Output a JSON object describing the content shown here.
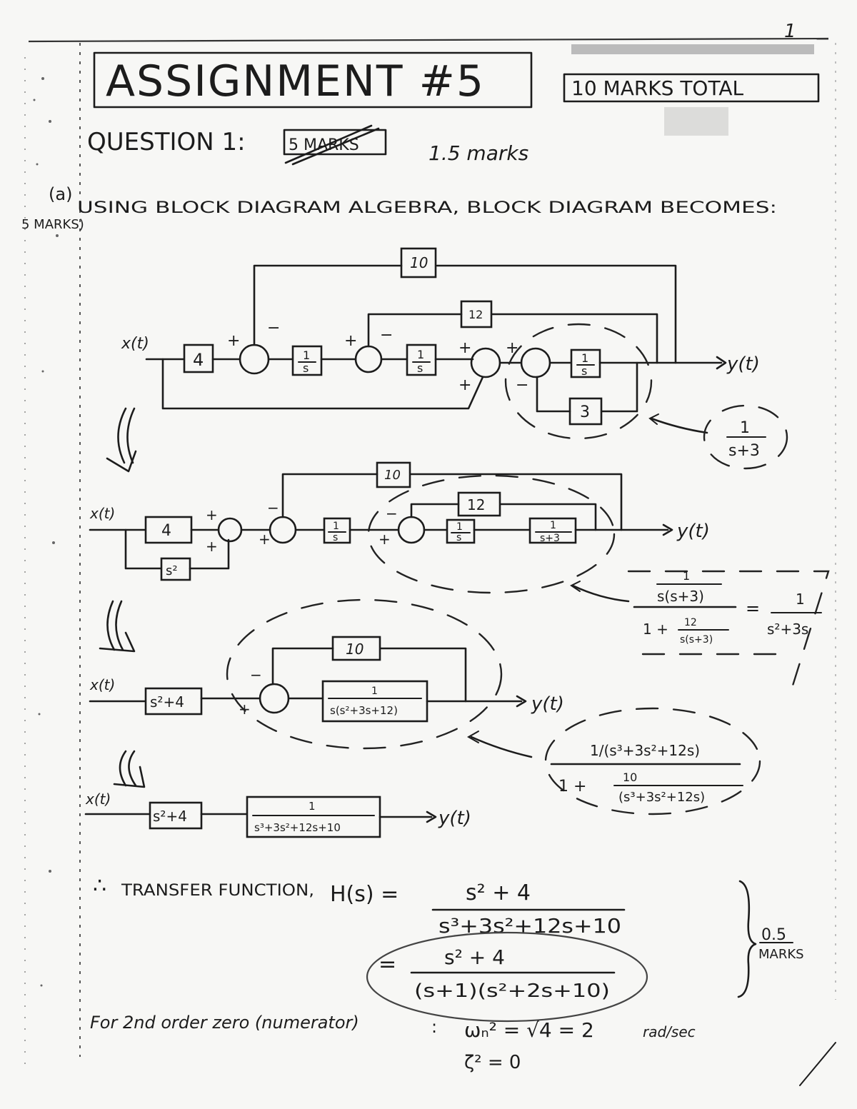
{
  "header": {
    "page_number": "1",
    "title": "ASSIGNMENT #5",
    "total_marks": "10 MARKS TOTAL"
  },
  "question": {
    "label": "QUESTION 1:",
    "struck_marks": "5 MARKS",
    "awarded": "1.5 marks",
    "part_label": "(a)",
    "part_text": "USING BLOCK DIAGRAM ALGEBRA, BLOCK DIAGRAM BECOMES:",
    "margin_note": "5 MARKS)"
  },
  "signals": {
    "input": "x(t)",
    "output": "y(t)"
  },
  "diagram1": {
    "block_gain": "4",
    "integrator_num": "1",
    "integrator_den": "s",
    "feedback_outer": "10",
    "feedback_mid": "12",
    "feedback_inner": "3",
    "plus": "+",
    "minus": "−",
    "callout_num": "1",
    "callout_den": "s+3"
  },
  "diagram2": {
    "block_gain": "4",
    "block_ff": "s²",
    "feedback_outer": "10",
    "feedback_mid": "12",
    "block_num": "1",
    "block_den": "s+3",
    "callout": {
      "inner_num": "1",
      "inner_den": "s(s+3)",
      "denom_prefix": "1 +",
      "denom_frac_num": "12",
      "denom_frac_den": "s(s+3)",
      "equals": "=",
      "result_num": "1",
      "result_den": "s²+3s"
    }
  },
  "diagram3": {
    "block_num_poly": "s²+4",
    "feedback": "10",
    "block_num": "1",
    "block_den": "s(s²+3s+12)",
    "callout": {
      "inner": "1/(s³+3s²+12s)",
      "denom_prefix": "1 +",
      "denom_frac_num": "10",
      "denom_frac_den": "(s³+3s²+12s)"
    }
  },
  "diagram4": {
    "block_num_poly": "s²+4",
    "block_num": "1",
    "block_den": "s³+3s²+12s+10"
  },
  "result": {
    "therefore": "∴",
    "label": "TRANSFER FUNCTION,",
    "lhs": "H(s) =",
    "num1": "s² + 4",
    "den1": "s³+3s²+12s+10",
    "equals": "=",
    "num2": "s² + 4",
    "den2": "(s+1)(s²+2s+10)",
    "marks": "0.5",
    "marks_unit": "MARKS"
  },
  "footer": {
    "line1_text": "For 2nd order zero (numerator)",
    "colon": ":",
    "wn_expr": "ωₙ² = √4 = 2",
    "wn_unit": "rad/sec",
    "zeta_expr": "ζ² = 0"
  }
}
